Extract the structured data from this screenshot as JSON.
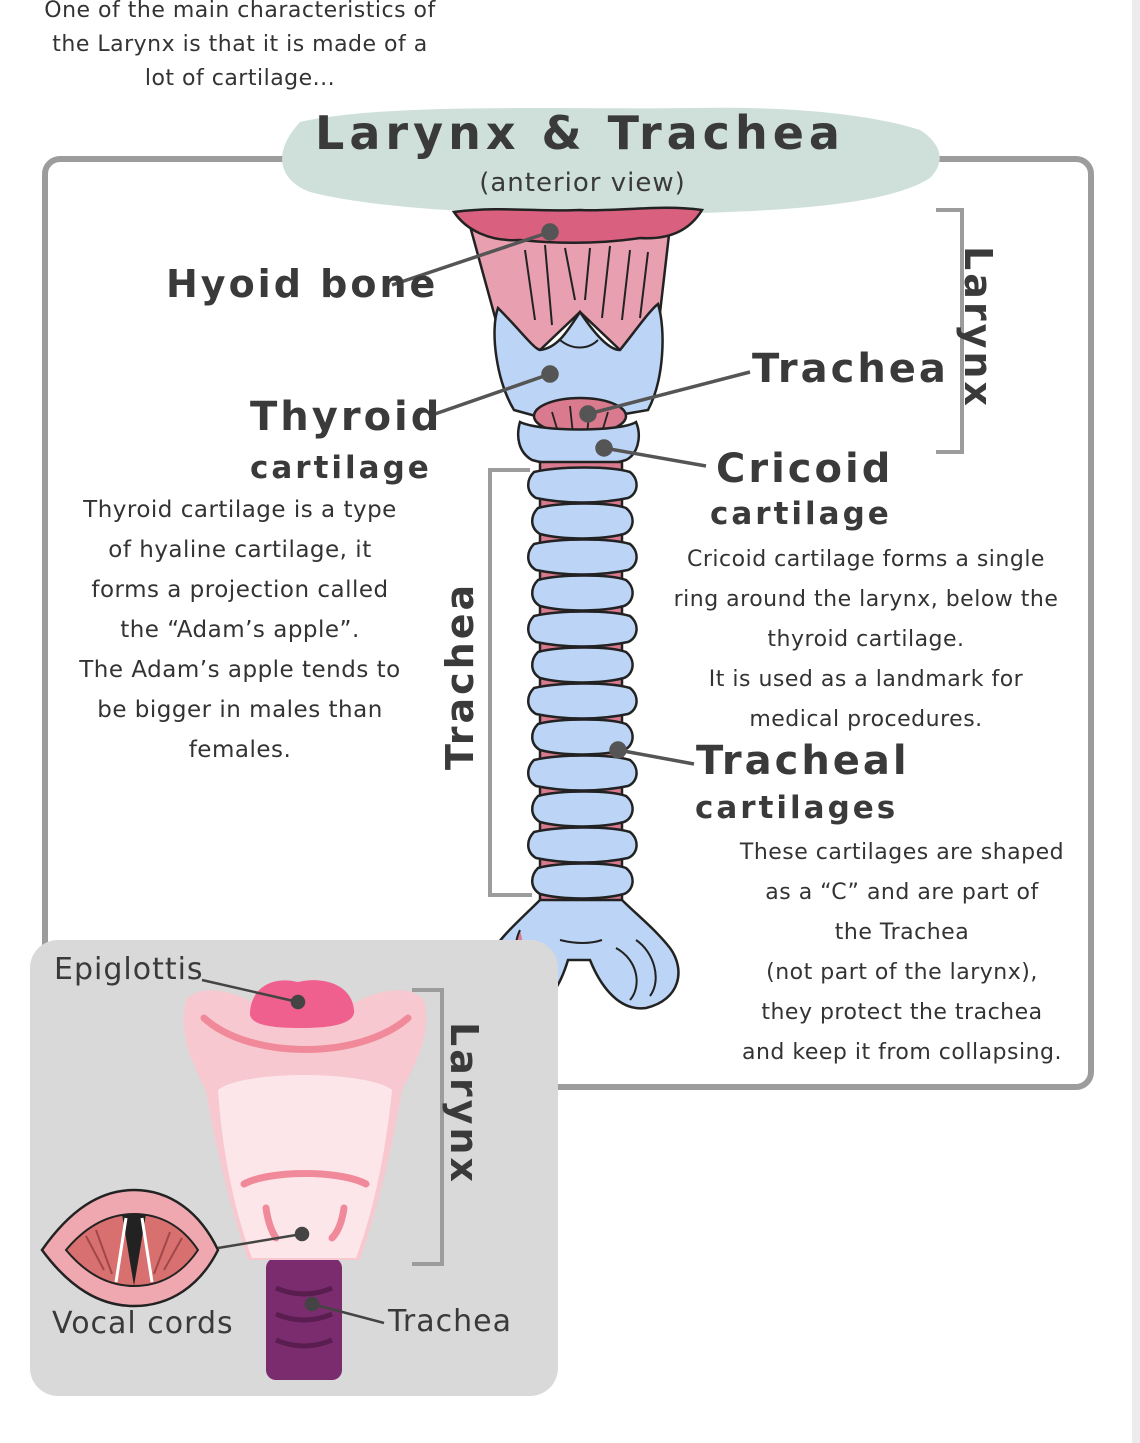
{
  "intro_note": [
    "One of the main characteristics of",
    "the Larynx is that it is made of a",
    "lot of cartilage..."
  ],
  "title": "Larynx & Trachea",
  "subtitle": "(anterior view)",
  "labels": {
    "hyoid": "Hyoid bone",
    "thyroid_1": "Thyroid",
    "thyroid_2": "cartilage",
    "trachea_top": "Trachea",
    "cricoid_1": "Cricoid",
    "cricoid_2": "cartilage",
    "tracheal_1": "Tracheal",
    "tracheal_2": "cartilages",
    "larynx_bracket": "Larynx",
    "trachea_bracket": "Trachea"
  },
  "thyroid_note": [
    "Thyroid cartilage is a type",
    "of  hyaline cartilage, it",
    "forms a projection called",
    "the “Adam’s apple”.",
    "The Adam’s apple tends to",
    "be bigger in males than",
    "females."
  ],
  "cricoid_note": [
    "Cricoid cartilage forms a single",
    "ring around the larynx, below the",
    "thyroid cartilage.",
    "It is used as a landmark for",
    "medical procedures."
  ],
  "tracheal_note": [
    "These cartilages are shaped",
    "as a “C” and are part of",
    "the Trachea",
    "(not part of the larynx),",
    "they protect the trachea",
    "and keep it from collapsing."
  ],
  "inset": {
    "epiglottis": "Epiglottis",
    "vocal_cords": "Vocal cords",
    "trachea": "Trachea",
    "larynx": "Larynx"
  },
  "colors": {
    "cartilage_blue": "#bcd4f5",
    "tracheal_pink": "#d97a8e",
    "hyoid_pink": "#d9607f",
    "membrane_pink": "#e8a0b0",
    "title_banner": "#cfe0da",
    "frame_gray": "#9c9c9c",
    "inset_bg": "#d9d9d9",
    "epiglottis_pink": "#f0608f",
    "inset_larynx_pink": "#f7c8cf",
    "inset_trachea_purple": "#7a2c6e"
  }
}
